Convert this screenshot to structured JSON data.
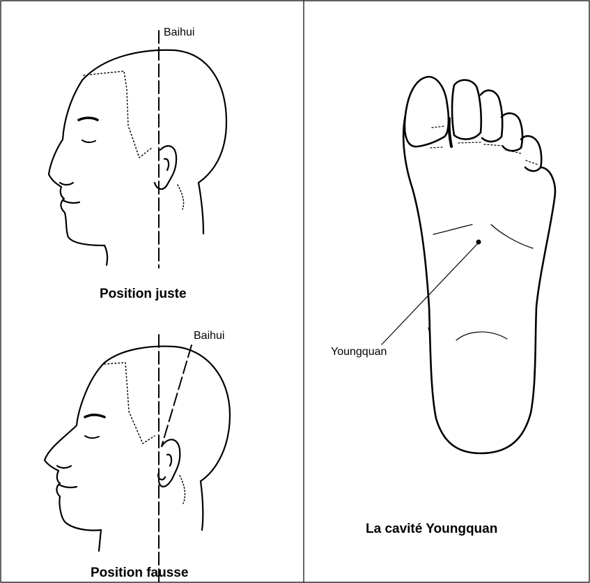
{
  "panels": {
    "top_left": {
      "pointer_label": "Baihui",
      "caption": "Position juste"
    },
    "bottom_left": {
      "pointer_label": "Baihui",
      "caption": "Position fausse"
    },
    "right": {
      "pointer_label": "Youngquan",
      "caption": "La cavité Youngquan"
    }
  },
  "colors": {
    "line": "#000000",
    "background": "#ffffff"
  }
}
